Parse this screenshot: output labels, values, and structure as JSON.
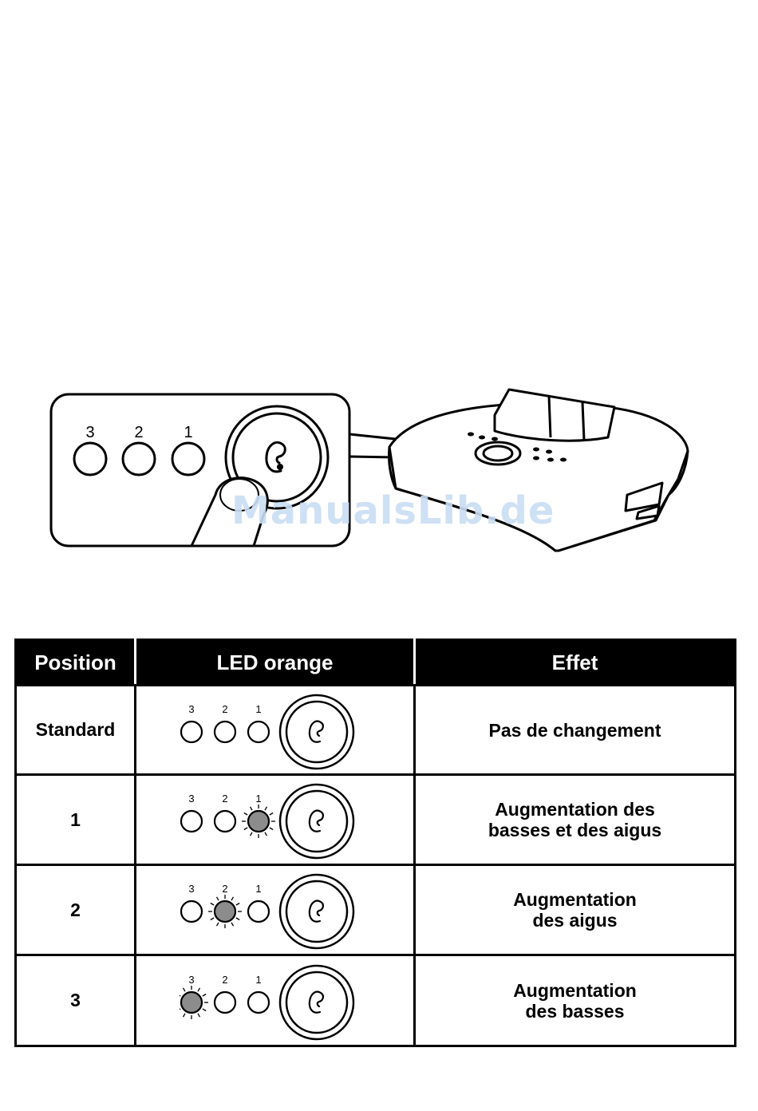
{
  "inset": {
    "led_numbers": [
      "3",
      "2",
      "1"
    ],
    "button_icon": "ear-icon"
  },
  "watermark": "ManualsLib.de",
  "table": {
    "headers": {
      "position": "Position",
      "led": "LED orange",
      "effect": "Effet"
    },
    "rows": [
      {
        "position": "Standard",
        "lit_led": null,
        "effect_lines": [
          "Pas de changement"
        ]
      },
      {
        "position": "1",
        "lit_led": "1",
        "effect_lines": [
          "Augmentation des",
          "basses et des aigus"
        ]
      },
      {
        "position": "2",
        "lit_led": "2",
        "effect_lines": [
          "Augmentation",
          "des aigus"
        ]
      },
      {
        "position": "3",
        "lit_led": "3",
        "effect_lines": [
          "Augmentation",
          "des basses"
        ]
      }
    ],
    "led_numbers": [
      "3",
      "2",
      "1"
    ],
    "lit_color": "#8c8c8c"
  }
}
